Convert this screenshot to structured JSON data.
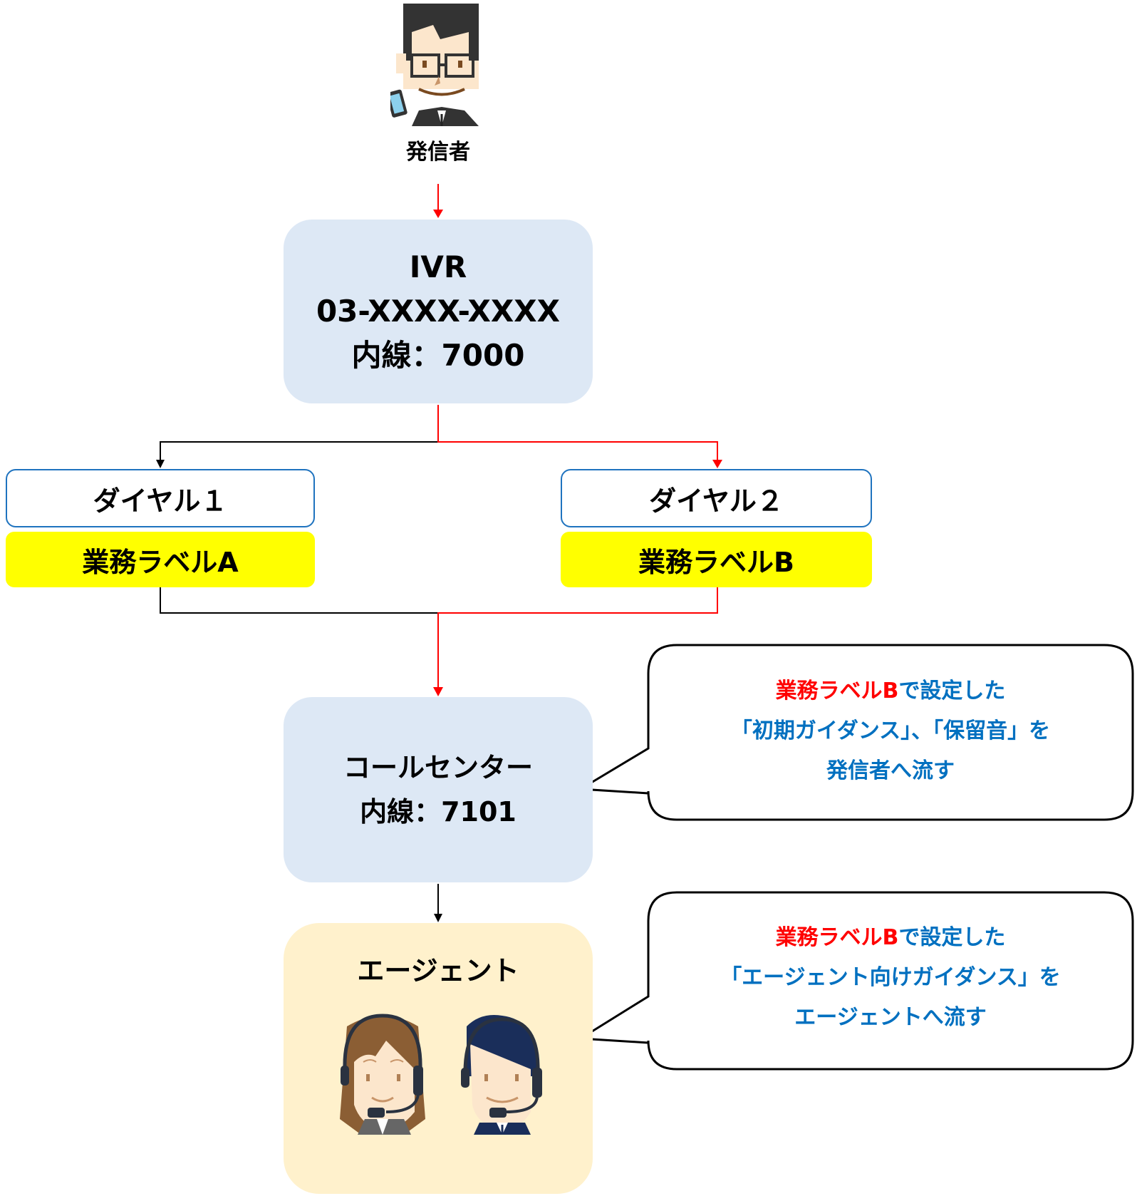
{
  "caller": {
    "label": "発信者",
    "icon": "person-with-phone-icon"
  },
  "ivr": {
    "title": "IVR",
    "number": "03-XXXX-XXXX",
    "extension": "内線：7000"
  },
  "branches": [
    {
      "dial": "ダイヤル１",
      "label": "業務ラベルA",
      "path_color": "#000000"
    },
    {
      "dial": "ダイヤル２",
      "label": "業務ラベルB",
      "path_color": "#ff0000"
    }
  ],
  "call_center": {
    "title": "コールセンター",
    "extension": "内線：7101"
  },
  "agent": {
    "title": "エージェント",
    "icons": [
      "female-agent-headset-icon",
      "male-agent-headset-icon"
    ]
  },
  "callouts": [
    {
      "line1_red": "業務ラベルB",
      "line1_blue": "で設定した",
      "line2": "「初期ガイダンス」、「保留音」を",
      "line3": "発信者へ流す"
    },
    {
      "line1_red": "業務ラベルB",
      "line1_blue": "で設定した",
      "line2": "「エージェント向けガイダンス」を",
      "line3": "エージェントへ流す"
    }
  ],
  "colors": {
    "active_path": "#ff0000",
    "inactive_path": "#000000",
    "box_blue": "#dde8f5",
    "dial_border": "#1f73bf",
    "label_yellow": "#ffff00",
    "agent_bg": "#fff1cc",
    "callout_text_blue": "#0070c0",
    "callout_text_red": "#ff0000"
  }
}
